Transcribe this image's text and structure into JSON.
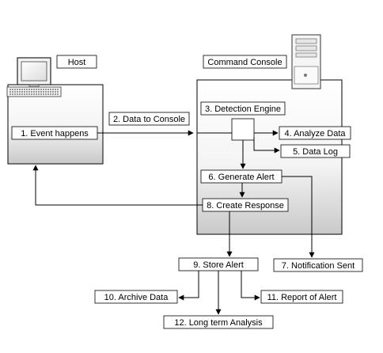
{
  "host": {
    "title": "Host",
    "event": "1. Event happens"
  },
  "console": {
    "title": "Command Console",
    "detection_engine": "3. Detection Engine",
    "analyze_data": "4. Analyze Data",
    "data_log": "5. Data Log",
    "generate_alert": "6. Generate Alert",
    "create_response": "8. Create Response"
  },
  "flow": {
    "data_to_console": "2. Data to Console",
    "notification_sent": "7. Notification Sent",
    "store_alert": "9. Store Alert",
    "archive_data": "10. Archive Data",
    "report_of_alert": "11. Report of Alert",
    "long_term_analysis": "12. Long term Analysis"
  },
  "icons": [
    "desktop-computer-icon",
    "keyboard-icon",
    "server-tower-icon"
  ]
}
